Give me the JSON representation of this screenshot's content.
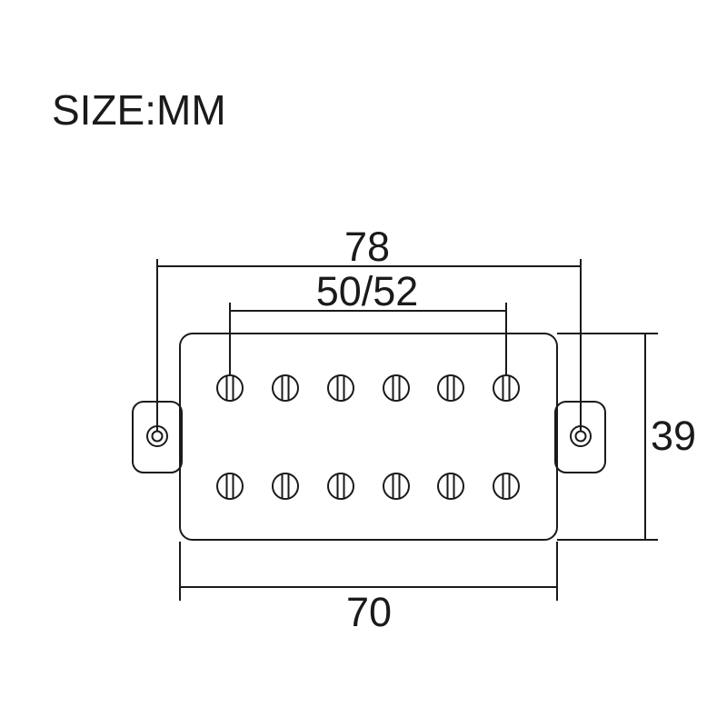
{
  "title": {
    "text": "SIZE:MM"
  },
  "figure": {
    "type": "technical-drawing",
    "subject": "humbucker-pickup-top-view",
    "pole_rows": 2,
    "poles_per_row": 6,
    "mounting_tabs": 2
  },
  "dimensions": {
    "mounting_screw_span": {
      "value": "78"
    },
    "pole_spacing": {
      "value": "50/52"
    },
    "body_height": {
      "value": "39"
    },
    "body_width": {
      "value": "70"
    }
  },
  "colors": {
    "line": "#1a1a1a",
    "background": "#ffffff"
  }
}
